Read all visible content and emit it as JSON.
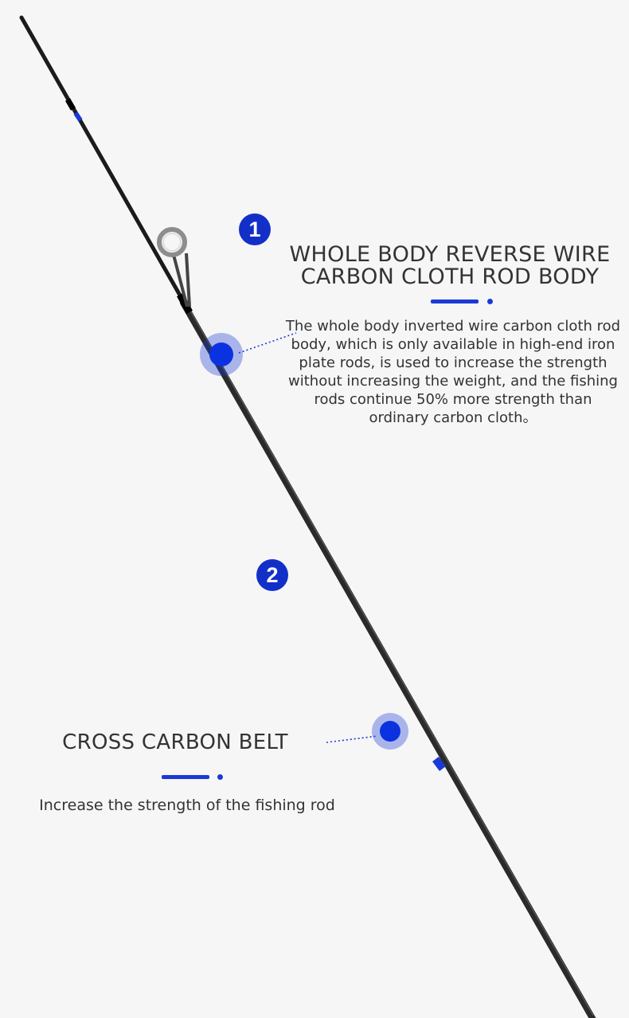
{
  "feature1": {
    "number": "1",
    "title_line1": "WHOLE BODY REVERSE WIRE",
    "title_line2": "CARBON CLOTH ROD BODY",
    "description": "The whole body inverted wire carbon cloth rod body, which is only available in high-end iron plate rods, is used to increase the strength without increasing the weight, and the fishing rods continue 50% more strength than ordinary carbon cloth。"
  },
  "feature2": {
    "number": "2",
    "title": "CROSS CARBON BELT",
    "description": "Increase the strength of the fishing rod"
  },
  "colors": {
    "accent": "#1a3ad6",
    "badge": "#1230c8",
    "background": "#f6f6f6",
    "text": "#333333"
  },
  "icons": [
    "fishing-rod",
    "line-guide-ring",
    "callout-marker"
  ]
}
